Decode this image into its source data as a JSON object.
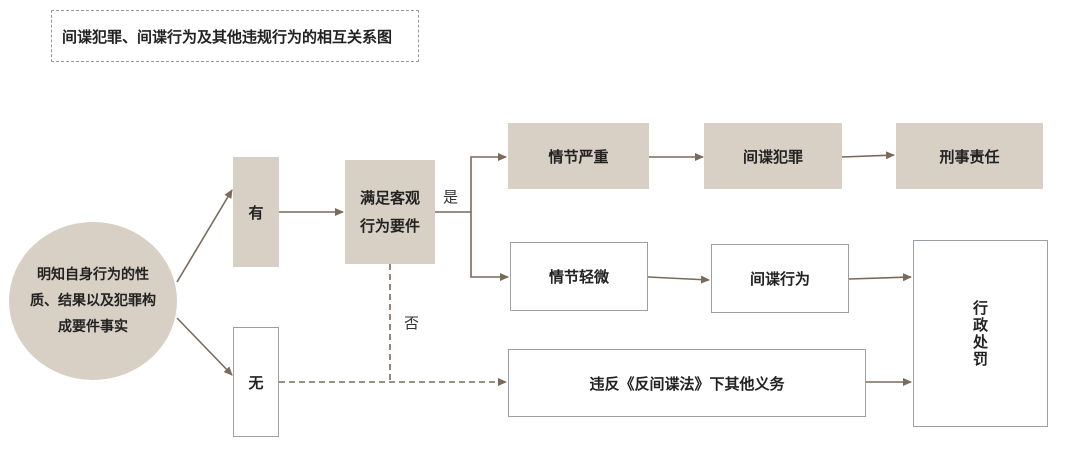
{
  "title": "间谍犯罪、间谍行为及其他违规行为的相互关系图",
  "start": "明知自身行为的性质、结果以及犯罪构成要件事实",
  "branch_yes": "有",
  "branch_no": "无",
  "condition": "满足客观行为要件",
  "label_yes": "是",
  "label_no": "否",
  "serious": "情节严重",
  "espionage_crime": "间谍犯罪",
  "criminal_liability": "刑事责任",
  "minor": "情节轻微",
  "espionage_act": "间谍行为",
  "admin_penalty": "行政处罚",
  "other_violation": "违反《反间谍法》下其他义务",
  "colors": {
    "fill": "#d8cfc5",
    "arrow": "#7a6a5a",
    "border": "#9aa0a4"
  }
}
